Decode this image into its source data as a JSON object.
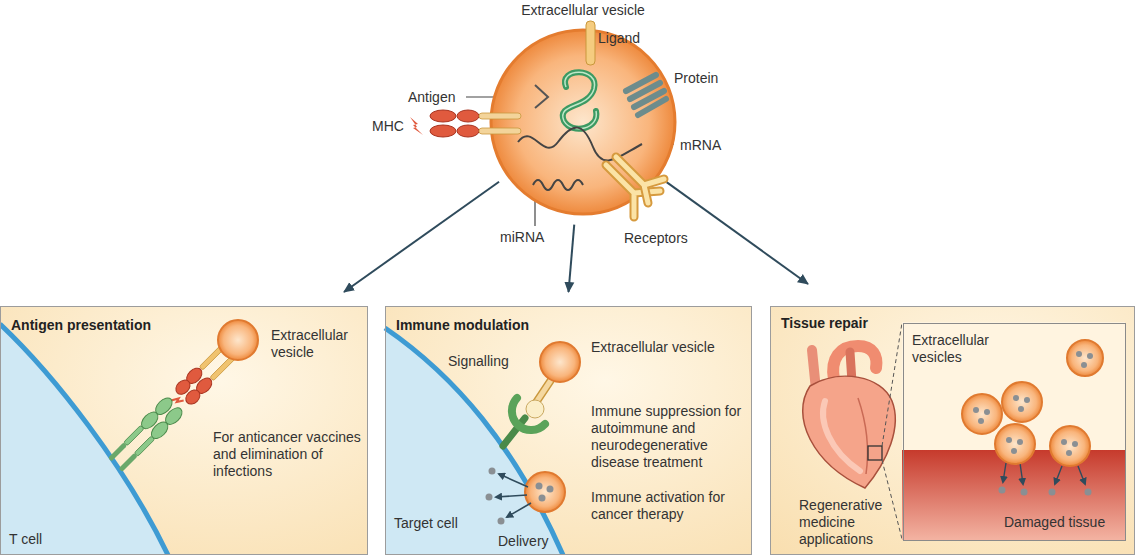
{
  "diagram": {
    "nodes": [
      {
        "text": [
          "Extracellular vesicle"
        ]
      },
      {
        "text": [
          "Antigen presentation",
          "Extracellular vesicle",
          "For anticancer vaccines and elimination of infections",
          "T cell"
        ]
      },
      {
        "text": [
          "Immune modulation",
          "Signalling",
          "Extracellular vesicle",
          "Immune suppression for autoimmune and neurodegenerative disease treatment",
          "Immune activation for cancer therapy",
          "Target cell",
          "Delivery"
        ]
      },
      {
        "text": [
          "Tissue repair",
          "Regenerative medicine applications"
        ]
      },
      {
        "text": [
          "Extracellular vesicles",
          "Damaged tissue"
        ],
        "in": 3
      }
    ],
    "edges": [
      {
        "from": 0,
        "to": 1,
        "arrow": "to"
      },
      {
        "from": 0,
        "to": 2,
        "arrow": "to"
      },
      {
        "from": 0,
        "to": 3,
        "arrow": "to"
      }
    ],
    "labels": [
      "Ligand",
      "Antigen",
      "Protein",
      "MHC",
      "mRNA",
      "miRNA",
      "Receptors"
    ]
  }
}
